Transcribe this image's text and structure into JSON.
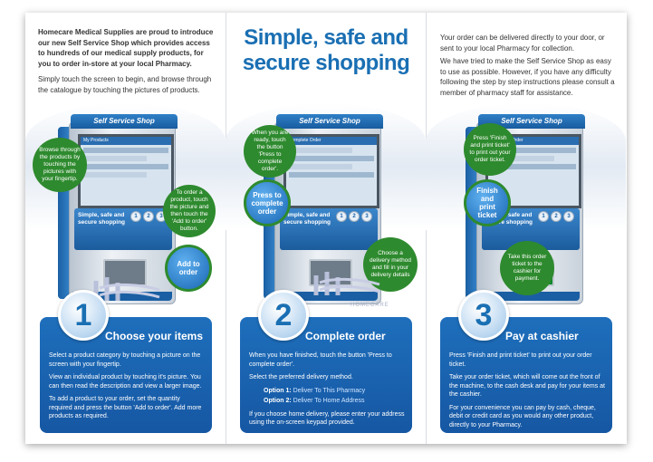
{
  "panel1": {
    "intro_bold": "Homecare Medical Supplies are proud to introduce our new Self Service Shop which provides access to hundreds of our medical supply products, for you to order in-store at your local Pharmacy.",
    "intro": "Simply touch the screen to begin, and browse through the catalogue by touching the pictures of products.",
    "bubble_browse": "Browse through the products by touching the pictures with your fingertip.",
    "bubble_order": "To order a product, touch the picture and then touch the 'Add to order' button.",
    "bubble_add": "Add to order",
    "step_number": "1",
    "step_title": "Choose your items",
    "p1": "Select a product category by touching a picture on the screen with your fingertip.",
    "p2": "View an individual product by touching it's picture. You can then read the description and view a larger image.",
    "p3": "To add a product to your order, set the quantity required and press the button 'Add to order'. Add more products as required."
  },
  "panel2": {
    "headline": "Simple, safe and secure shopping",
    "bubble_ready": "When you are ready, touch the button 'Press to complete order'.",
    "bubble_press": "Press to complete order",
    "bubble_delivery": "Choose a delivery method and fill in your delivery details",
    "logo_text": "HOMECARE",
    "step_number": "2",
    "step_title": "Complete order",
    "p1": "When you have finished, touch the button 'Press to complete order'.",
    "p2": "Select the preferred delivery method.",
    "opt1_label": "Option 1:",
    "opt1_text": "Deliver To This Pharmacy",
    "opt2_label": "Option 2:",
    "opt2_text": "Deliver To Home Address",
    "p3": "If you choose home delivery, please enter your address using the on-screen keypad provided."
  },
  "panel3": {
    "intro1": "Your order can be delivered directly to your door, or sent to your local Pharmacy for collection.",
    "intro2": "We have tried to make the Self Service Shop as easy to use as possible. However, if you have any difficulty following the step by step instructions please consult a member of pharmacy staff for assistance.",
    "bubble_press": "Press 'Finish and print ticket' to print out your order ticket.",
    "bubble_finish": "Finish and print ticket",
    "bubble_take": "Take this order ticket to the cashier for payment.",
    "step_number": "3",
    "step_title": "Pay at cashier",
    "p1": "Press 'Finish and print ticket' to print out your order ticket.",
    "p2": "Take your order ticket, which will come out the front of the machine, to the cash desk and pay for your items at the cashier.",
    "p3": "For your convenience you can pay by cash, cheque, debit or credit card as you would any other product, directly to your Pharmacy."
  },
  "kiosk": {
    "title": "Self Service Shop",
    "panel_text": "Simple, safe and secure shopping",
    "screen1_header": "My Products",
    "screen2_header": "Complete Order",
    "screen3_header": "Complete Order",
    "n1": "1",
    "n2": "2",
    "n3": "3"
  },
  "colors": {
    "brand_blue": "#1a6fb3",
    "green": "#2e8a2e"
  }
}
